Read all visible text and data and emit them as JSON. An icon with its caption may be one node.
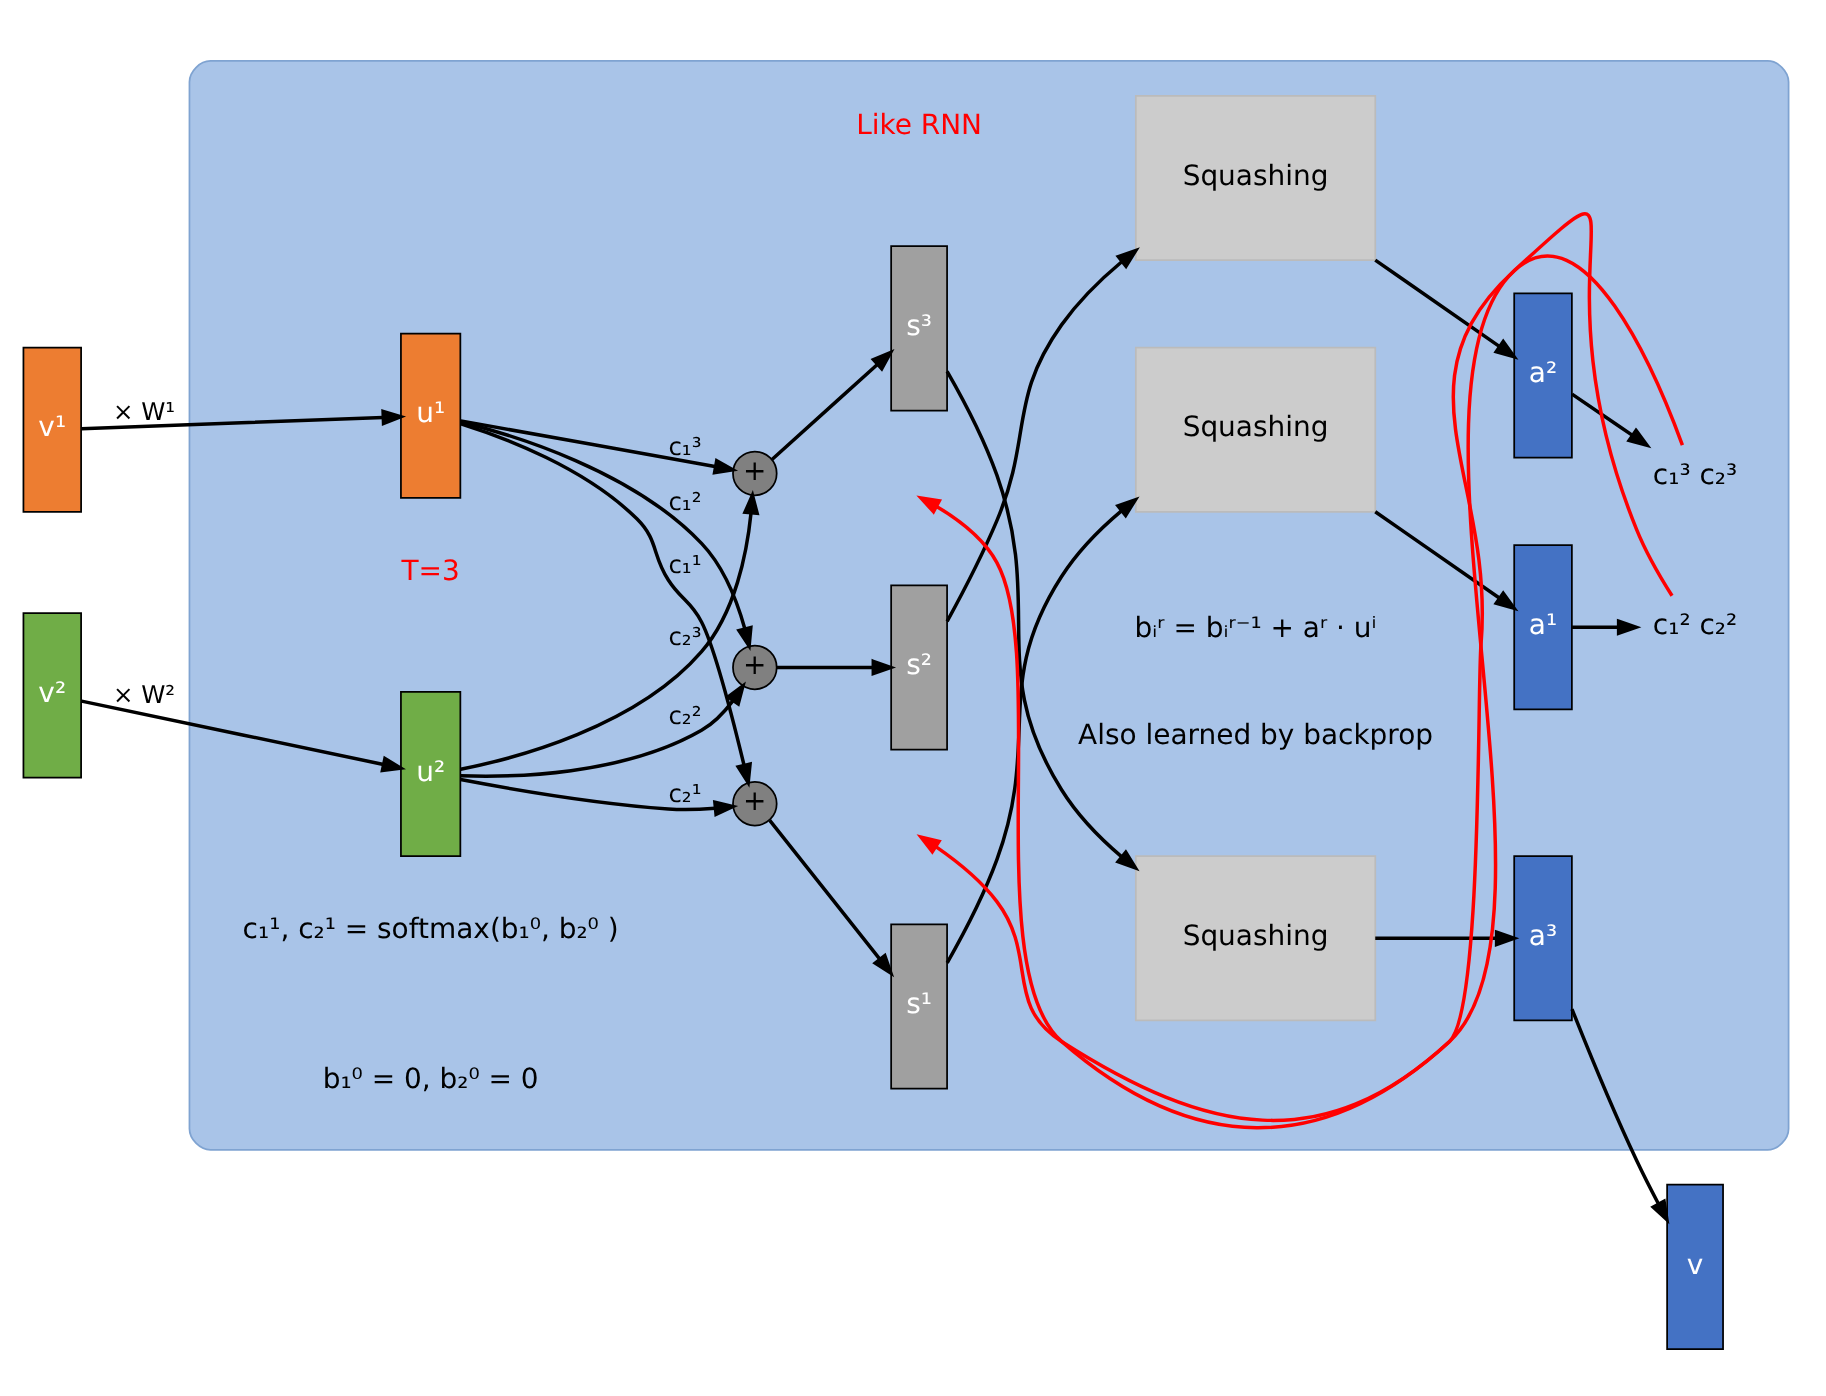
{
  "diagram": {
    "nodes": [
      {
        "text": [],
        "shape": "box"
      },
      {
        "text": [
          "v¹"
        ]
      },
      {
        "text": [
          "v²"
        ]
      },
      {
        "text": [
          "u¹"
        ],
        "in": 0
      },
      {
        "text": [
          "u²"
        ],
        "in": 0
      },
      {
        "text": [
          "+"
        ],
        "in": 0
      },
      {
        "text": [
          "+"
        ],
        "in": 0
      },
      {
        "text": [
          "+"
        ],
        "in": 0
      },
      {
        "text": [
          "s¹"
        ],
        "in": 0
      },
      {
        "text": [
          "s²"
        ],
        "in": 0
      },
      {
        "text": [
          "s³"
        ],
        "in": 0
      },
      {
        "text": [
          "Squashing"
        ],
        "in": 0
      },
      {
        "text": [
          "Squashing"
        ],
        "in": 0
      },
      {
        "text": [
          "Squashing"
        ],
        "in": 0
      },
      {
        "text": [
          "a¹"
        ],
        "in": 0
      },
      {
        "text": [
          "a²"
        ],
        "in": 0
      },
      {
        "text": [
          "a³"
        ],
        "in": 0
      },
      {
        "text": [
          "c₁² c₂²"
        ],
        "in": 0
      },
      {
        "text": [
          "c₁³ c₂³"
        ],
        "in": 0
      },
      {
        "text": [
          "v"
        ]
      }
    ],
    "edges": [
      {
        "from": 1,
        "to": 3,
        "arrow": "to",
        "label": "× W¹"
      },
      {
        "from": 2,
        "to": 4,
        "arrow": "to",
        "label": "× W²"
      },
      {
        "from": 3,
        "to": 5,
        "arrow": "to",
        "label": "c₁¹"
      },
      {
        "from": 4,
        "to": 5,
        "arrow": "to",
        "label": "c₂¹"
      },
      {
        "from": 3,
        "to": 6,
        "arrow": "to",
        "label": "c₁²"
      },
      {
        "from": 4,
        "to": 6,
        "arrow": "to",
        "label": "c₂²"
      },
      {
        "from": 3,
        "to": 7,
        "arrow": "to",
        "label": "c₁³"
      },
      {
        "from": 4,
        "to": 7,
        "arrow": "to",
        "label": "c₂³"
      },
      {
        "from": 5,
        "to": 8,
        "arrow": "to"
      },
      {
        "from": 6,
        "to": 9,
        "arrow": "to"
      },
      {
        "from": 7,
        "to": 10,
        "arrow": "to"
      },
      {
        "from": 8,
        "to": 11,
        "arrow": "to"
      },
      {
        "from": 9,
        "to": 12,
        "arrow": "to"
      },
      {
        "from": 10,
        "to": 13,
        "arrow": "to"
      },
      {
        "from": 11,
        "to": 14,
        "arrow": "to"
      },
      {
        "from": 12,
        "to": 15,
        "arrow": "to"
      },
      {
        "from": 13,
        "to": 16,
        "arrow": "to"
      },
      {
        "from": 14,
        "to": 17,
        "arrow": "to"
      },
      {
        "from": 15,
        "to": 18,
        "arrow": "to"
      },
      {
        "from": 16,
        "to": 19,
        "arrow": "to"
      },
      {
        "from": 17,
        "to": null,
        "arrow": "to",
        "color": "#ff0000"
      },
      {
        "from": 18,
        "to": null,
        "arrow": "to",
        "color": "#ff0000"
      }
    ],
    "labels": [
      "b₁⁰ = 0, b₂⁰ = 0",
      "c₁¹, c₂¹ = softmax(b₁⁰, b₂⁰ )",
      "bᵢʳ = bᵢʳ⁻¹ + aʳ · uⁱ",
      "T=3",
      "Like RNN",
      "Also learned by backprop"
    ]
  }
}
